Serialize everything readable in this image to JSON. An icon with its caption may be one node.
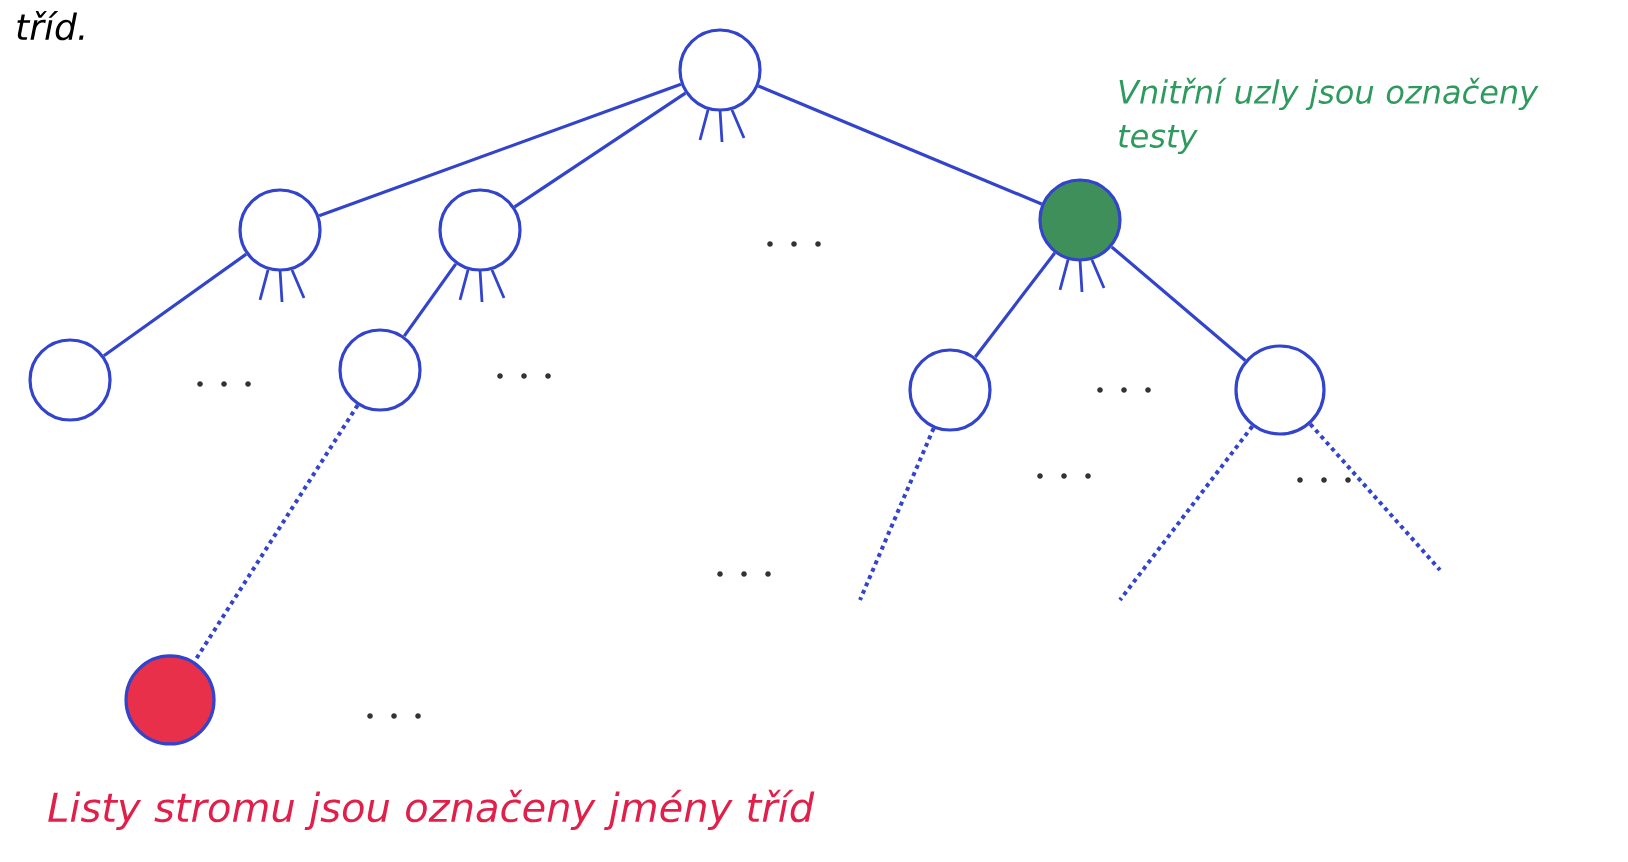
{
  "diagram": {
    "nodes": [
      {
        "text": [],
        "shape": "circle"
      },
      {
        "text": [],
        "shape": "circle"
      },
      {
        "text": [],
        "shape": "circle"
      },
      {
        "text": [],
        "shape": "circle",
        "beside": [
          "Vnitřní uzly jsou označeny testy"
        ]
      },
      {
        "text": [],
        "shape": "circle"
      },
      {
        "text": [],
        "shape": "circle"
      },
      {
        "text": [],
        "shape": "circle"
      },
      {
        "text": [],
        "shape": "circle"
      },
      {
        "text": [],
        "shape": "circle",
        "beside": [
          "Listy stromu jsou označeny jmény tříd"
        ]
      }
    ],
    "edges": [
      {
        "from": 0,
        "to": 1,
        "arrow": "none"
      },
      {
        "from": 0,
        "to": 2,
        "arrow": "none"
      },
      {
        "from": 0,
        "to": 3,
        "arrow": "none"
      },
      {
        "from": 1,
        "to": 4,
        "arrow": "none"
      },
      {
        "from": 2,
        "to": 5,
        "arrow": "none"
      },
      {
        "from": 3,
        "to": 6,
        "arrow": "none"
      },
      {
        "from": 3,
        "to": 7,
        "arrow": "none"
      },
      {
        "from": 5,
        "to": 8,
        "arrow": "none",
        "style": "dashed"
      },
      {
        "from": 6,
        "to": null,
        "arrow": "none",
        "style": "dashed"
      },
      {
        "from": 7,
        "to": null,
        "arrow": "none",
        "style": "dashed"
      },
      {
        "from": 7,
        "to": null,
        "arrow": "none",
        "style": "dashed"
      }
    ],
    "labels": [
      "tříd."
    ]
  }
}
